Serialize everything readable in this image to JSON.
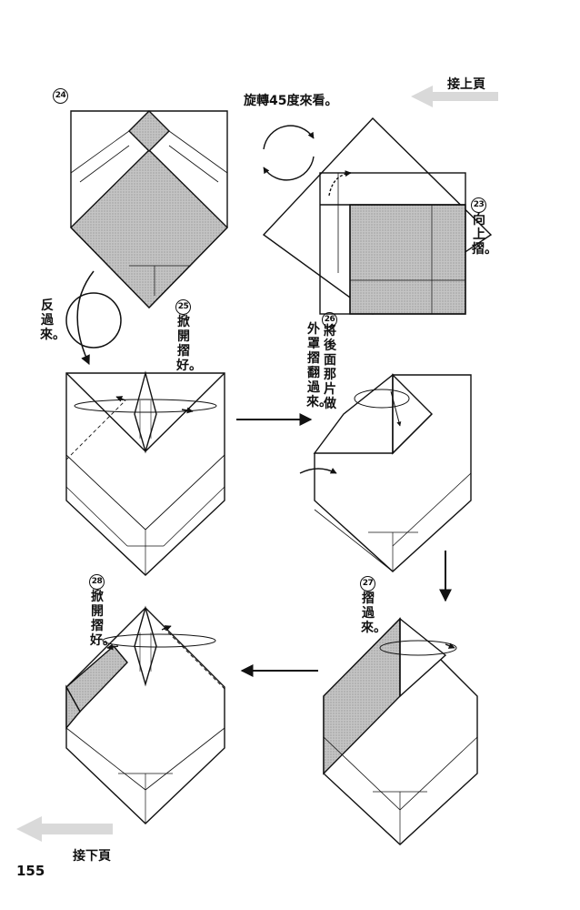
{
  "page": {
    "page_number": "155",
    "continue_from": "接上頁",
    "continue_to": "接下頁"
  },
  "steps": {
    "s24": {
      "number": "24"
    },
    "rotate": {
      "text": "旋轉45度來看。"
    },
    "s23": {
      "number": "23",
      "text": "向上摺。"
    },
    "flip": {
      "text": "反過來。"
    },
    "s25": {
      "number": "25",
      "text": "掀開摺好。"
    },
    "s26": {
      "number": "26",
      "col1": "將後面那片做",
      "col2": "外罩摺翻過來。"
    },
    "s27": {
      "number": "27",
      "text": "摺過來。"
    },
    "s28": {
      "number": "28",
      "text": "掀開摺好。"
    }
  },
  "colors": {
    "line": "#111111",
    "shade": "#bdbdbd",
    "arrow_gray": "#d4d4d4"
  }
}
